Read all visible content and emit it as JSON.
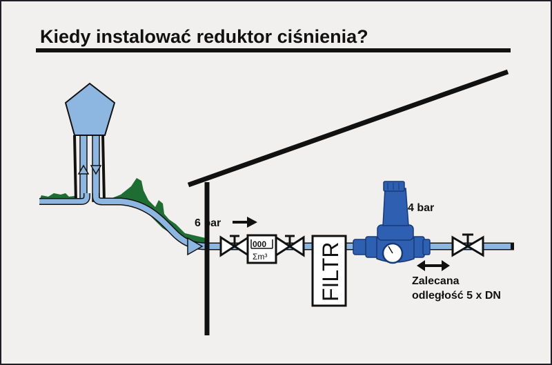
{
  "title": "Kiedy instalować reduktor ciśnienia?",
  "labels": {
    "inlet_pressure": "6 bar",
    "outlet_pressure": "4 bar",
    "filter": "FILTR",
    "meter_digits": "000",
    "meter_unit": "Σm³",
    "distance_line1": "Zalecana",
    "distance_line2": "odległość 5 x DN"
  },
  "colors": {
    "water": "#8db6e0",
    "grass": "#1e6e34",
    "reducer": "#2f5fb0",
    "line": "#111111",
    "background": "#f1f0ee"
  },
  "components": [
    {
      "name": "water-tower"
    },
    {
      "name": "house-wall"
    },
    {
      "name": "inlet-valve"
    },
    {
      "name": "water-meter"
    },
    {
      "name": "meter-outlet-valve"
    },
    {
      "name": "filter"
    },
    {
      "name": "pressure-reducer"
    },
    {
      "name": "outlet-valve"
    }
  ]
}
